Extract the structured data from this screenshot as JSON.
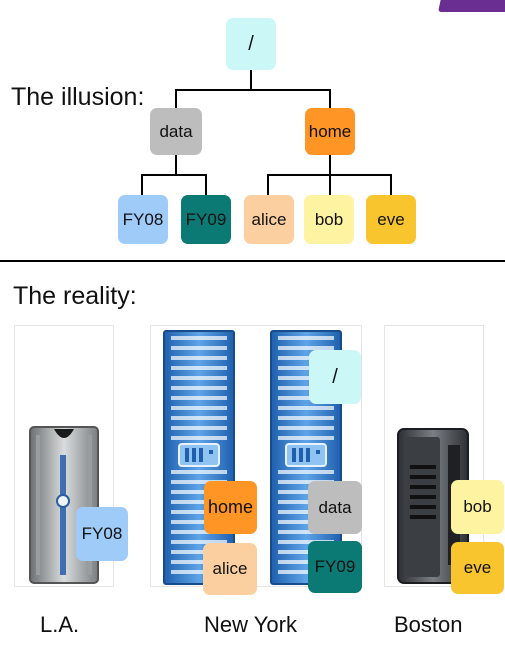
{
  "illusion_label": "The illusion:",
  "reality_label": "The reality:",
  "tree": {
    "root": "/",
    "data": "data",
    "home": "home",
    "fy08": "FY08",
    "fy09": "FY09",
    "alice": "alice",
    "bob": "bob",
    "eve": "eve"
  },
  "reality": {
    "la": {
      "name": "L.A.",
      "fy08": "FY08"
    },
    "newyork": {
      "name": "New York",
      "home": "home",
      "alice": "alice",
      "root": "/",
      "data": "data",
      "fy09": "FY09"
    },
    "boston": {
      "name": "Boston",
      "bob": "bob",
      "eve": "eve"
    }
  },
  "colors": {
    "root": "#ccf7f7",
    "data": "#bdbdbd",
    "home": "#ff9524",
    "fy08": "#9fcbf8",
    "fy09": "#0c7a74",
    "alice": "#fbcf9f",
    "bob": "#fdf3a0",
    "eve": "#f8c52e",
    "accent": "#6a2d91"
  }
}
